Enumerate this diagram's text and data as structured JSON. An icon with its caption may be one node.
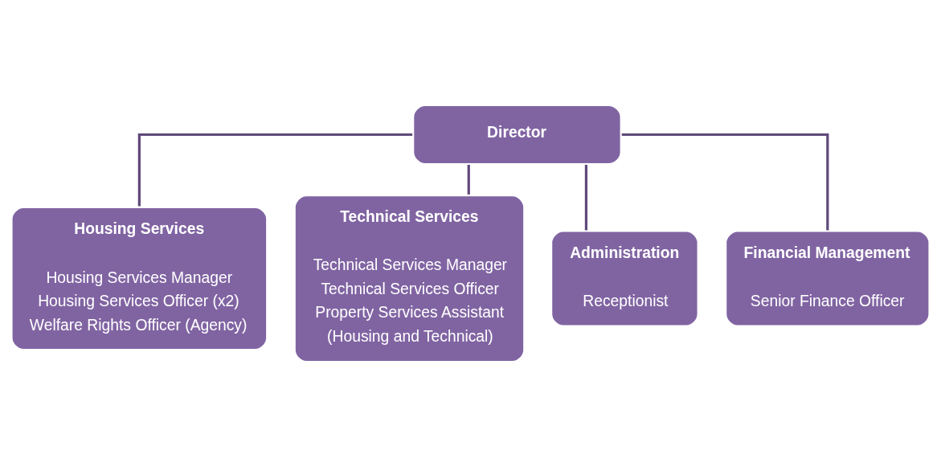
{
  "diagram": {
    "nodes": [
      {
        "text": [
          "Director"
        ]
      },
      {
        "text": [
          "Housing Services",
          "Housing Services Manager",
          "Housing Services Officer (x2)",
          "Welfare Rights Officer (Agency)"
        ]
      },
      {
        "text": [
          "Technical Services",
          "Technical Services Manager",
          "Technical Services Officer",
          "Property Services Assistant",
          "(Housing and Technical)"
        ]
      },
      {
        "text": [
          "Administration",
          "Receptionist"
        ]
      },
      {
        "text": [
          "Financial Management",
          "Senior Finance Officer"
        ]
      }
    ],
    "edges": [
      {
        "from": 0,
        "to": 1,
        "arrow": "none"
      },
      {
        "from": 0,
        "to": 2,
        "arrow": "none"
      },
      {
        "from": 0,
        "to": 3,
        "arrow": "none"
      },
      {
        "from": 0,
        "to": 4,
        "arrow": "none"
      }
    ]
  }
}
